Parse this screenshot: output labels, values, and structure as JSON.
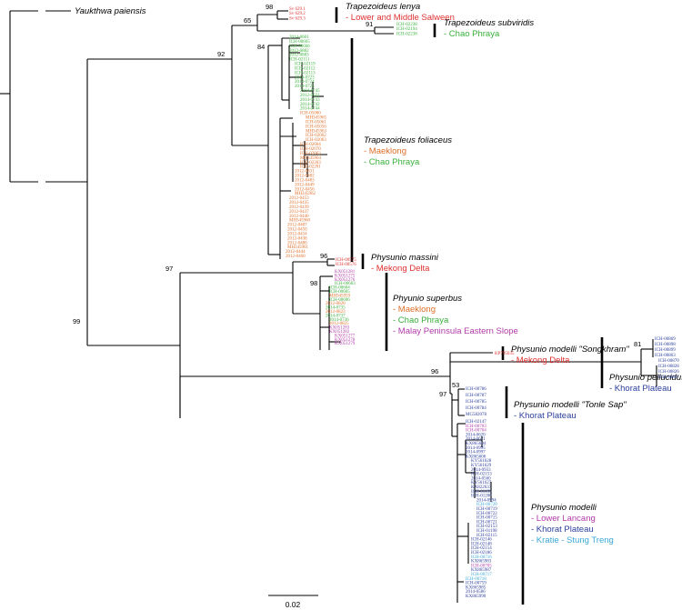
{
  "colors": {
    "red": "#e03030",
    "orange": "#e0702a",
    "green": "#38b03a",
    "magenta": "#b03aa8",
    "blue": "#2a3e9e",
    "cyan": "#3aa8d8"
  },
  "outgroup": {
    "label": "Yaukthwa paiensis"
  },
  "clades": [
    {
      "species": "Trapezoideus lenya",
      "regions": [
        {
          "text": "- Lower and Middle Salween",
          "color": "red"
        }
      ]
    },
    {
      "species": "Trapezoideus subviridis",
      "regions": [
        {
          "text": "- Chao Phraya",
          "color": "green"
        }
      ]
    },
    {
      "species": "Trapezoideus foliaceus",
      "regions": [
        {
          "text": "- Maeklong",
          "color": "orange"
        },
        {
          "text": "- Chao Phraya",
          "color": "green"
        }
      ]
    },
    {
      "species": "Physunio massini",
      "regions": [
        {
          "text": "- Mekong Delta",
          "color": "red"
        }
      ]
    },
    {
      "species": "Phyunio superbus",
      "regions": [
        {
          "text": "- Maeklong",
          "color": "orange"
        },
        {
          "text": "- Chao Phraya",
          "color": "green"
        },
        {
          "text": "- Malay Peninsula Eastern Slope",
          "color": "magenta"
        }
      ]
    },
    {
      "species": "Physunio modelli \"Songkhram\"",
      "regions": [
        {
          "text": "- Mekong Delta",
          "color": "red"
        }
      ]
    },
    {
      "species": "Physunio pellucidus",
      "regions": [
        {
          "text": "- Khorat Plateau",
          "color": "blue"
        }
      ]
    },
    {
      "species": "Physunio modelli \"Tonle Sap\"",
      "regions": [
        {
          "text": "- Khorat Plateau",
          "color": "blue"
        }
      ]
    },
    {
      "species": "Physunio modelli",
      "regions": [
        {
          "text": "- Lower Lancang",
          "color": "magenta"
        },
        {
          "text": "- Khorat Plateau",
          "color": "blue"
        },
        {
          "text": "- Kratie - Stung Treng",
          "color": "cyan"
        }
      ]
    }
  ],
  "bootstrap": [
    "98",
    "65",
    "91",
    "92",
    "84",
    "96",
    "98",
    "97",
    "99",
    "96",
    "81",
    "53",
    "97"
  ],
  "scale_bar": {
    "label": "0.02"
  },
  "tips": {
    "lenya": [
      {
        "id": "Sv 629.1",
        "color": "red"
      },
      {
        "id": "Sv 629.2",
        "color": "red"
      },
      {
        "id": "Sv 629.3",
        "color": "red"
      }
    ],
    "subviridis": [
      {
        "id": "ICH-02238",
        "color": "green"
      },
      {
        "id": "ICH-02194",
        "color": "green"
      },
      {
        "id": "ICH-02238",
        "color": "green"
      }
    ],
    "foliaceus": [
      {
        "id": "2014-0601",
        "color": "green"
      },
      {
        "id": "ICH-00665",
        "color": "green"
      },
      {
        "id": "ICH-00666",
        "color": "green"
      },
      {
        "id": "2012-0882",
        "color": "green"
      },
      {
        "id": "2012-0883",
        "color": "green"
      },
      {
        "id": "ICH-02111",
        "color": "green"
      },
      {
        "id": "ICH-02119",
        "color": "green"
      },
      {
        "id": "ICH-02112",
        "color": "green"
      },
      {
        "id": "ICH-02113",
        "color": "green"
      },
      {
        "id": "2014-0723",
        "color": "green"
      },
      {
        "id": "2014-0724",
        "color": "green"
      },
      {
        "id": "2014-0725",
        "color": "green"
      },
      {
        "id": "2014-0745",
        "color": "green"
      },
      {
        "id": "2012-0631",
        "color": "green"
      },
      {
        "id": "2014-0743",
        "color": "green"
      },
      {
        "id": "2014-0742",
        "color": "green"
      },
      {
        "id": "2014-0744",
        "color": "green"
      },
      {
        "id": "ICH-05060",
        "color": "orange"
      },
      {
        "id": "MH345965",
        "color": "orange"
      },
      {
        "id": "ICH-05061",
        "color": "orange"
      },
      {
        "id": "ICH-05056",
        "color": "orange"
      },
      {
        "id": "MH345963",
        "color": "orange"
      },
      {
        "id": "ICH-02062",
        "color": "orange"
      },
      {
        "id": "ICH-02063",
        "color": "orange"
      },
      {
        "id": "ICH-02064",
        "color": "orange"
      },
      {
        "id": "ICH-02070",
        "color": "orange"
      },
      {
        "id": "ICH-02063",
        "color": "orange"
      },
      {
        "id": "MH345964",
        "color": "orange"
      },
      {
        "id": "ICH-02203",
        "color": "orange"
      },
      {
        "id": "ICH-02201",
        "color": "orange"
      },
      {
        "id": "2012-0831",
        "color": "orange"
      },
      {
        "id": "2012-0482",
        "color": "orange"
      },
      {
        "id": "2012-0483",
        "color": "orange"
      },
      {
        "id": "2012-0449",
        "color": "orange"
      },
      {
        "id": "2012-0456",
        "color": "orange"
      },
      {
        "id": "MH345962",
        "color": "orange"
      },
      {
        "id": "2012-0453",
        "color": "orange"
      },
      {
        "id": "2012-0435",
        "color": "orange"
      },
      {
        "id": "2012-0439",
        "color": "orange"
      },
      {
        "id": "2012-0437",
        "color": "orange"
      },
      {
        "id": "2012-0440",
        "color": "orange"
      },
      {
        "id": "MH345960",
        "color": "orange"
      },
      {
        "id": "2012-0487",
        "color": "orange"
      },
      {
        "id": "2012-0450",
        "color": "orange"
      },
      {
        "id": "2012-0434",
        "color": "orange"
      },
      {
        "id": "2012-0438",
        "color": "orange"
      },
      {
        "id": "2012-0480",
        "color": "orange"
      },
      {
        "id": "MH345961",
        "color": "orange"
      },
      {
        "id": "2012-0444",
        "color": "orange"
      },
      {
        "id": "2012-0460",
        "color": "orange"
      }
    ],
    "massini": [
      {
        "id": "ICH-00575",
        "color": "red"
      },
      {
        "id": "ICH-00576",
        "color": "red"
      }
    ],
    "superbus": [
      {
        "id": "KX051281",
        "color": "magenta"
      },
      {
        "id": "KX051275",
        "color": "magenta"
      },
      {
        "id": "KX051276",
        "color": "magenta"
      },
      {
        "id": "ICH-00603",
        "color": "green"
      },
      {
        "id": "ICH-00604",
        "color": "green"
      },
      {
        "id": "ICH-00605",
        "color": "green"
      },
      {
        "id": "MH345959",
        "color": "orange"
      },
      {
        "id": "ICH-00606",
        "color": "green"
      },
      {
        "id": "2012-0820",
        "color": "orange"
      },
      {
        "id": "2014-0735",
        "color": "green"
      },
      {
        "id": "2012-0823",
        "color": "orange"
      },
      {
        "id": "2014-0737",
        "color": "green"
      },
      {
        "id": "2014-0736",
        "color": "green"
      },
      {
        "id": "2012-0825",
        "color": "orange"
      },
      {
        "id": "KX051283",
        "color": "magenta"
      },
      {
        "id": "KX051282",
        "color": "magenta"
      },
      {
        "id": "KX051277",
        "color": "magenta"
      },
      {
        "id": "KX051278",
        "color": "magenta"
      },
      {
        "id": "KX051279",
        "color": "magenta"
      }
    ],
    "songkhram": [
      {
        "id": "KP795035",
        "color": "red"
      }
    ],
    "pellucidus": [
      {
        "id": "ICH-00869",
        "color": "blue"
      },
      {
        "id": "ICH-00898",
        "color": "blue"
      },
      {
        "id": "ICH-00899",
        "color": "blue"
      },
      {
        "id": "ICH-00863",
        "color": "blue"
      },
      {
        "id": "ICH-00870",
        "color": "blue"
      },
      {
        "id": "ICH-00828",
        "color": "blue"
      },
      {
        "id": "ICH-00826",
        "color": "blue"
      },
      {
        "id": "ICH-00827",
        "color": "blue"
      }
    ],
    "tonlesap": [
      {
        "id": "ICH-00786",
        "color": "blue"
      },
      {
        "id": "ICH-00787",
        "color": "blue"
      },
      {
        "id": "ICH-00785",
        "color": "blue"
      },
      {
        "id": "ICH-00784",
        "color": "blue"
      },
      {
        "id": "MG582078",
        "color": "blue"
      }
    ],
    "modelli": [
      {
        "id": "ICH-02147",
        "color": "blue"
      },
      {
        "id": "ICH-00703",
        "color": "magenta"
      },
      {
        "id": "ICH-00704",
        "color": "magenta"
      },
      {
        "id": "2014-0620",
        "color": "blue"
      },
      {
        "id": "2014-0621",
        "color": "blue"
      },
      {
        "id": "KX865604",
        "color": "blue"
      },
      {
        "id": "2014-0995",
        "color": "blue"
      },
      {
        "id": "2014-0997",
        "color": "blue"
      },
      {
        "id": "KX865606",
        "color": "blue"
      },
      {
        "id": "KY561628",
        "color": "blue"
      },
      {
        "id": "KY561629",
        "color": "blue"
      },
      {
        "id": "2014-0933",
        "color": "blue"
      },
      {
        "id": "ICH-02153",
        "color": "blue"
      },
      {
        "id": "2014-0560",
        "color": "blue"
      },
      {
        "id": "KY561627",
        "color": "blue"
      },
      {
        "id": "KX822637",
        "color": "blue"
      },
      {
        "id": "ICH-01199",
        "color": "blue"
      },
      {
        "id": "ICH-01200",
        "color": "blue"
      },
      {
        "id": "2014-0994",
        "color": "blue"
      },
      {
        "id": "ICH-00720",
        "color": "cyan"
      },
      {
        "id": "ICH-00719",
        "color": "blue"
      },
      {
        "id": "ICH-00722",
        "color": "blue"
      },
      {
        "id": "ICH-00715",
        "color": "blue"
      },
      {
        "id": "ICH-00721",
        "color": "blue"
      },
      {
        "id": "ICH-02153",
        "color": "blue"
      },
      {
        "id": "ICH-01198",
        "color": "blue"
      },
      {
        "id": "ICH-02115",
        "color": "blue"
      },
      {
        "id": "ICH-02146",
        "color": "blue"
      },
      {
        "id": "ICH-02148",
        "color": "blue"
      },
      {
        "id": "ICH-02154",
        "color": "blue"
      },
      {
        "id": "ICH-02186",
        "color": "blue"
      },
      {
        "id": "ICH-00716",
        "color": "cyan"
      },
      {
        "id": "KX865983",
        "color": "blue"
      },
      {
        "id": "ICH-00705",
        "color": "magenta"
      },
      {
        "id": "KX865987",
        "color": "blue"
      },
      {
        "id": "ICH-00717",
        "color": "cyan"
      },
      {
        "id": "ICH-00718",
        "color": "cyan"
      },
      {
        "id": "ICH-00759",
        "color": "blue"
      },
      {
        "id": "KX865985",
        "color": "blue"
      },
      {
        "id": "2014-0586",
        "color": "blue"
      },
      {
        "id": "KX865990",
        "color": "blue"
      }
    ]
  }
}
